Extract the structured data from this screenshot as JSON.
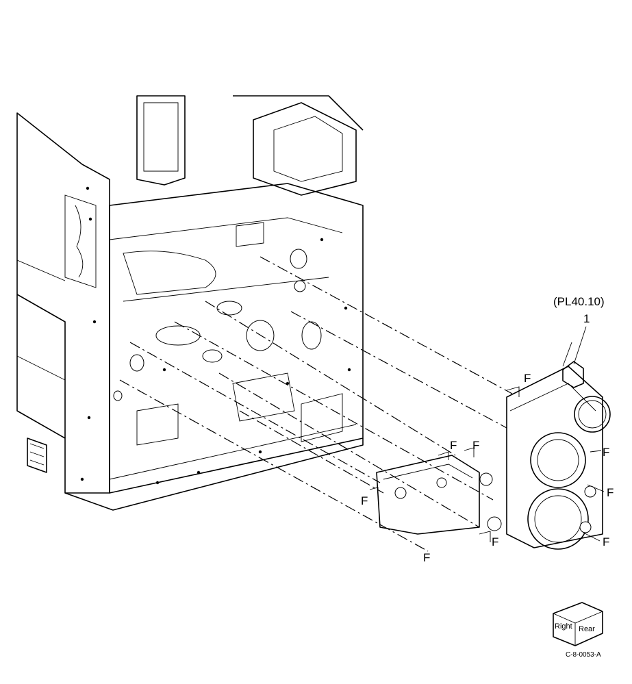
{
  "callout": {
    "ref": "(PL40.10)",
    "item": "1"
  },
  "fastener_label": "F",
  "orientation": {
    "right": "Right",
    "rear": "Rear"
  },
  "figure_code": "C-8-0053-A"
}
